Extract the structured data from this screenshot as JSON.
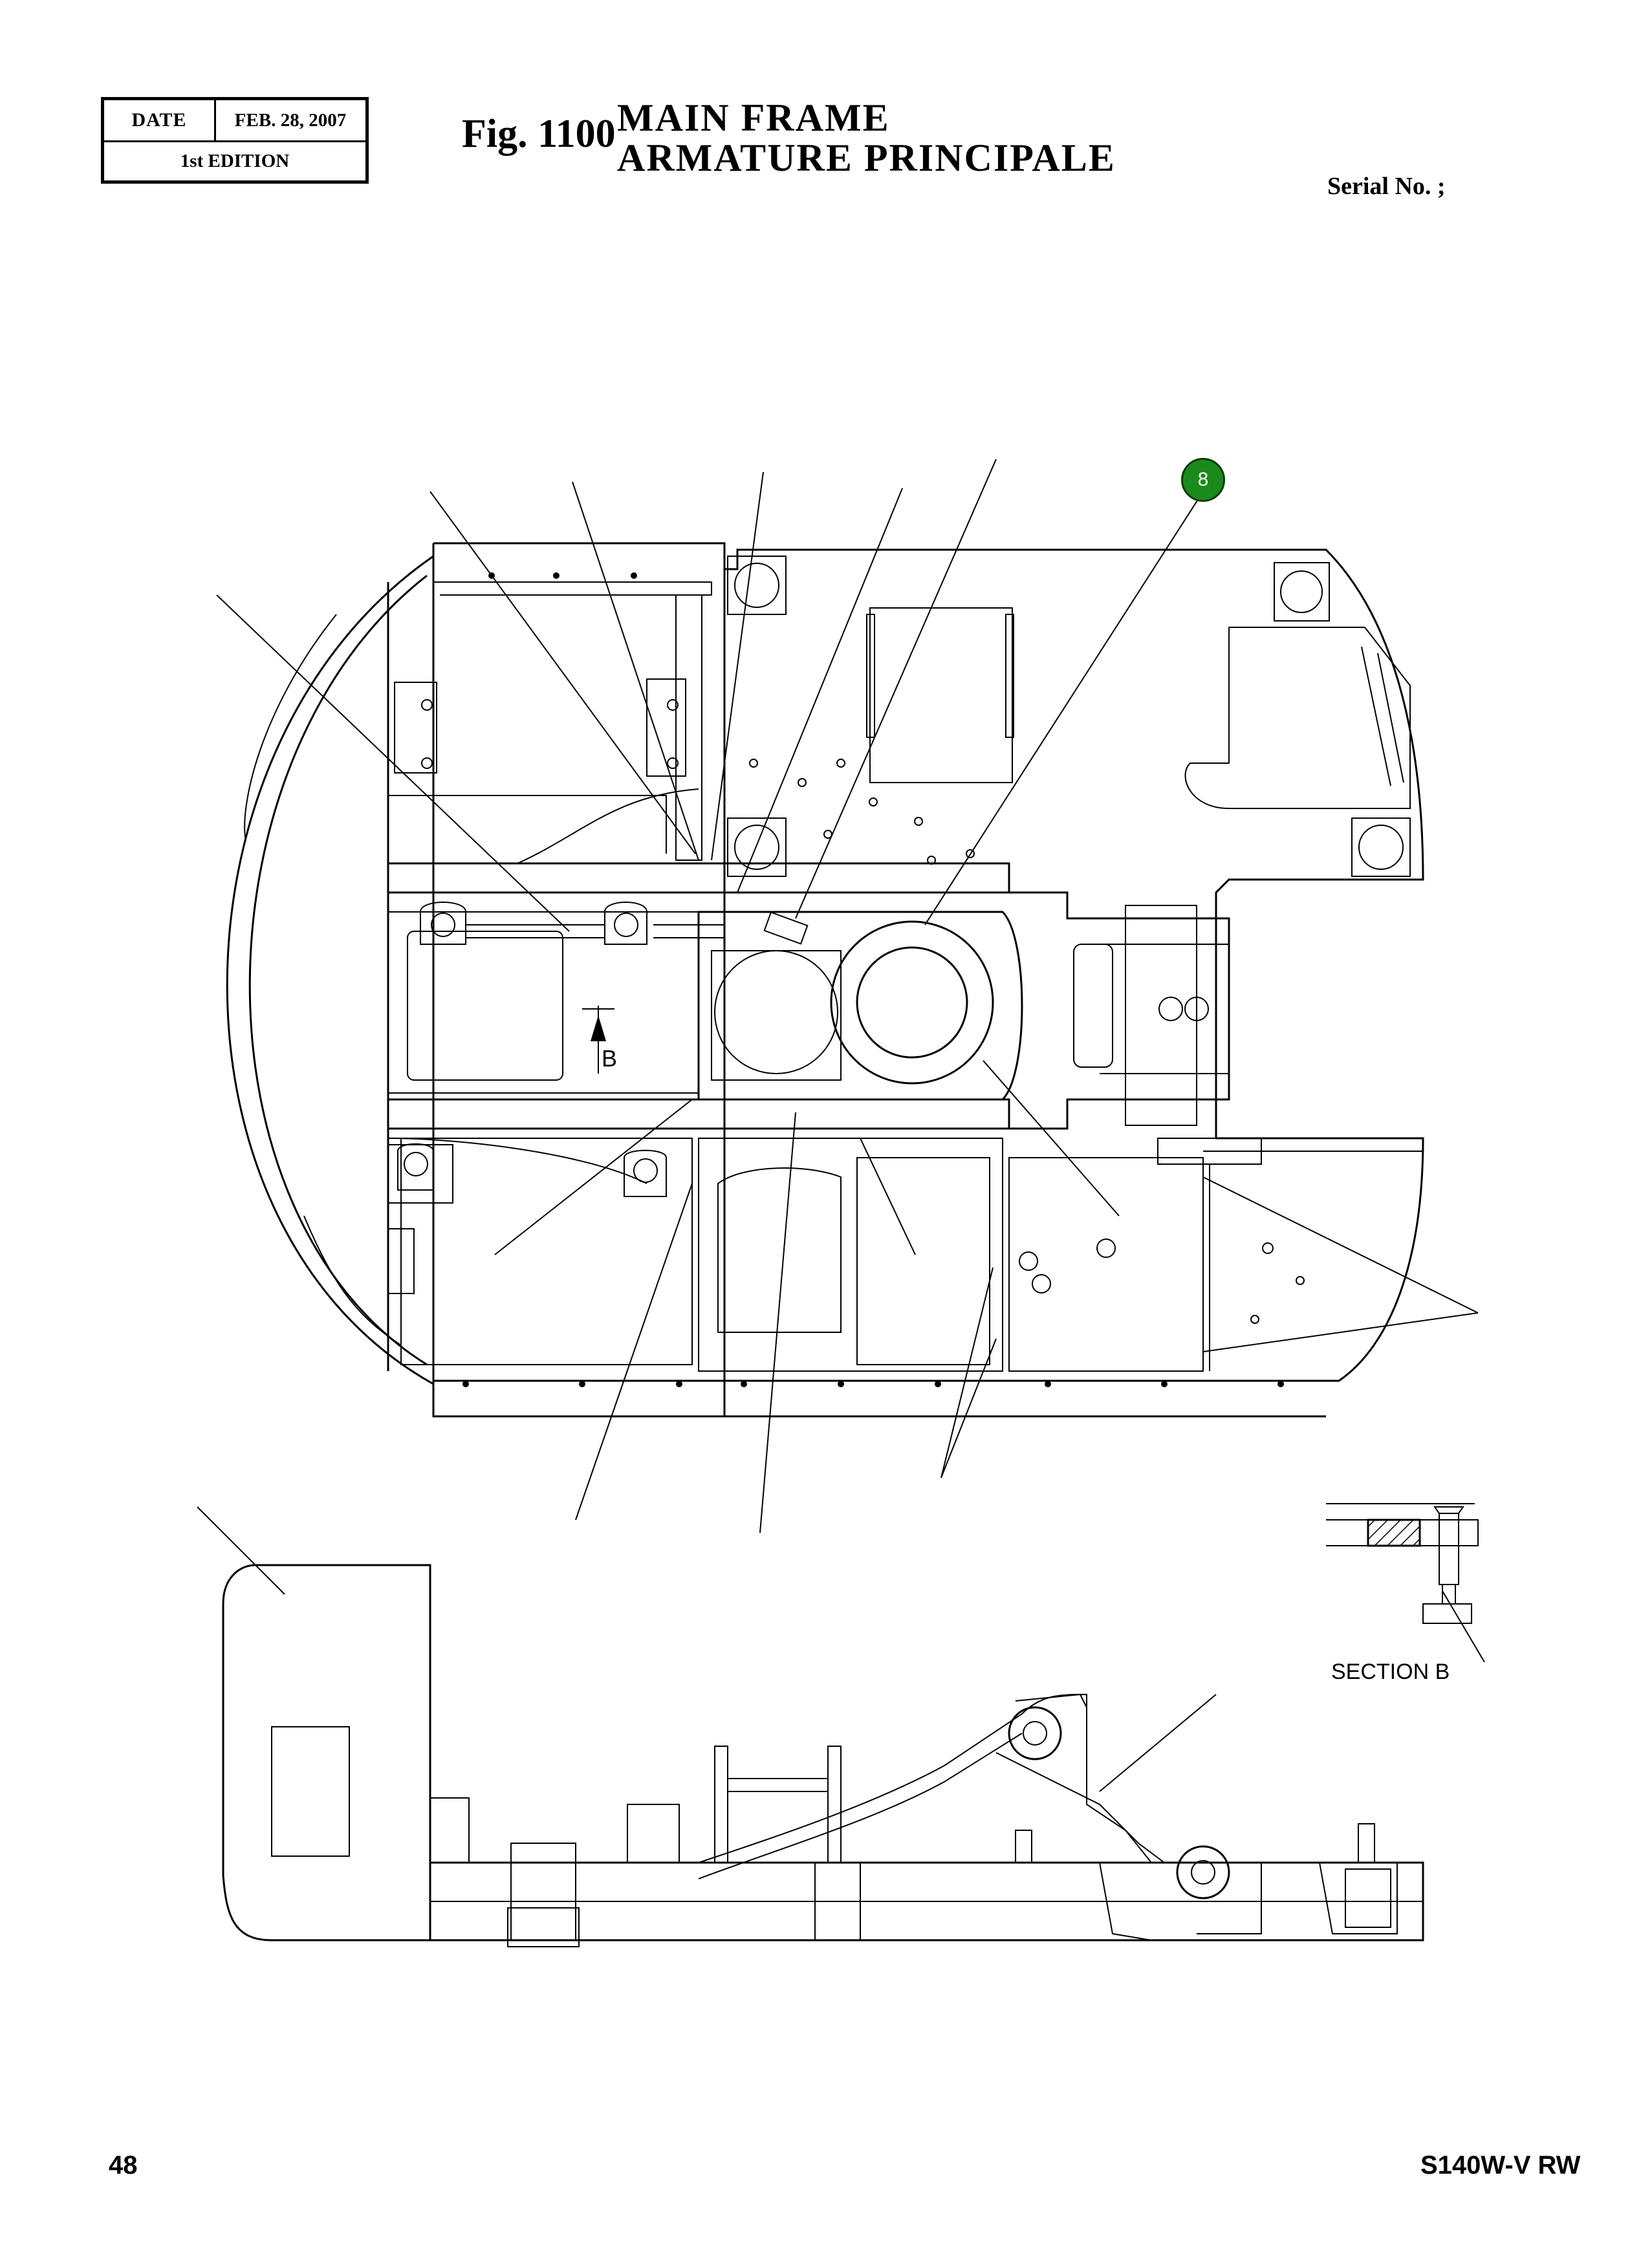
{
  "header": {
    "date_label": "DATE",
    "date_value": "FEB. 28, 2007",
    "edition": "1st EDITION",
    "fig_label": "Fig. 1100",
    "title_en": "MAIN  FRAME",
    "title_fr": "ARMATURE  PRINCIPALE",
    "serial": "Serial No. ;"
  },
  "callouts": [
    {
      "label": "8",
      "color": "#1a8a1a"
    }
  ],
  "drawing": {
    "section_label": "SECTION B",
    "view_marker": "B"
  },
  "footer": {
    "page_number": "48",
    "model": "S140W-V RW"
  }
}
